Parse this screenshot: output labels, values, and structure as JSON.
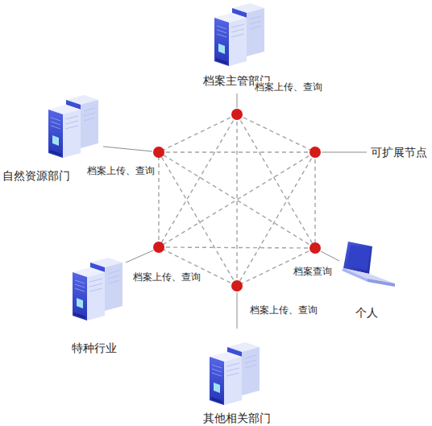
{
  "diagram": {
    "nodes": [
      {
        "text": [
          "档案主管部门"
        ]
      },
      {
        "text": [
          "自然资源部门"
        ]
      },
      {
        "text": [
          "特种行业"
        ]
      },
      {
        "text": [
          "个人"
        ]
      },
      {
        "text": [
          "其他相关部门"
        ]
      }
    ],
    "labels": [
      "档案上传、查询",
      "可扩展节点",
      "档案上传、查询",
      "档案上传、查询",
      "档案查询",
      "档案上传、查询"
    ]
  }
}
